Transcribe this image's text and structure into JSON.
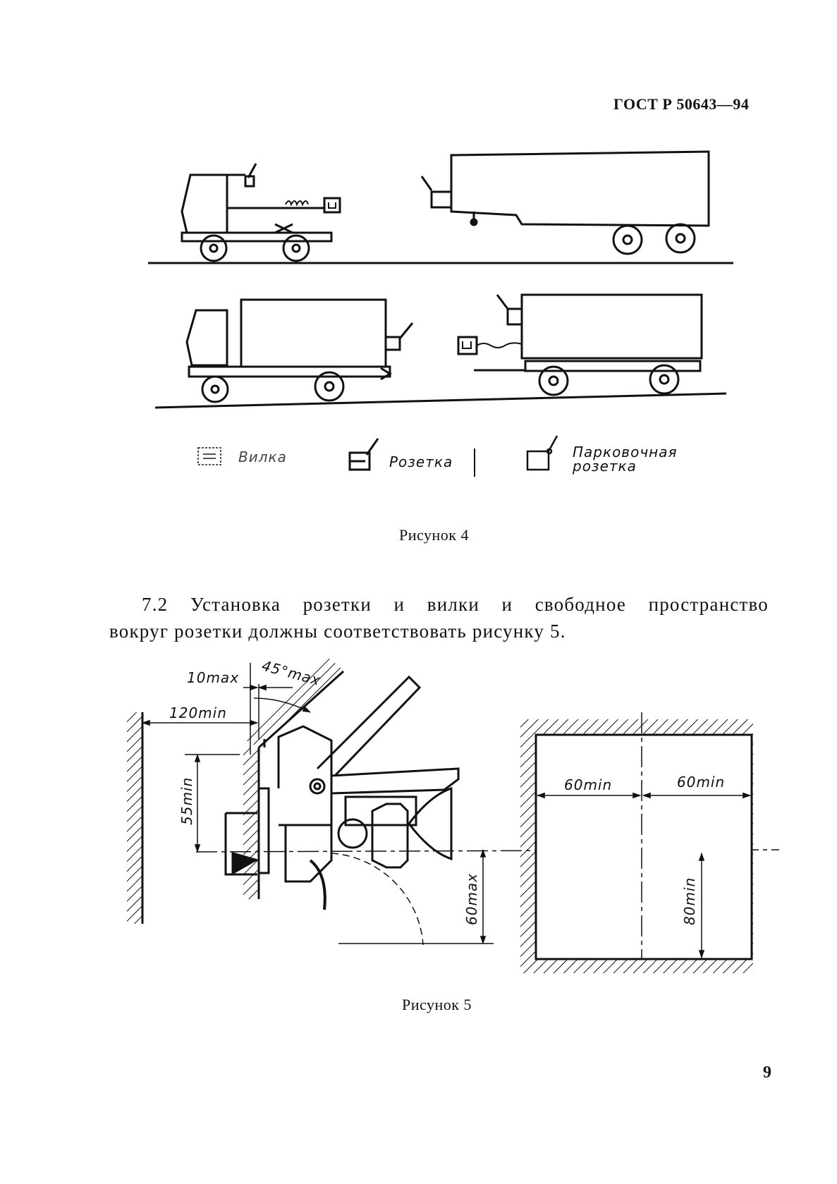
{
  "header": {
    "standard": "ГОСТ Р 50643—94"
  },
  "figure4": {
    "caption": "Рисунок 4",
    "legend": [
      {
        "label": "Вилка",
        "icon": "plug-icon"
      },
      {
        "label": "Розетка",
        "icon": "socket-icon"
      },
      {
        "label_line1": "Парковочная",
        "label_line2": "розетка",
        "icon": "parking-socket-icon"
      }
    ]
  },
  "paragraph": {
    "line1": "7.2 Установка розетки и вилки и свободное пространство",
    "line2": "вокруг розетки должны соответствовать рисунку 5."
  },
  "figure5": {
    "caption": "Рисунок 5",
    "dimensions": {
      "angle": "45°max",
      "d10": "10max",
      "d120": "120min",
      "d55": "55min",
      "d60max": "60max",
      "d60a": "60min",
      "d60b": "60min",
      "d80": "80min"
    }
  },
  "page_number": "9"
}
